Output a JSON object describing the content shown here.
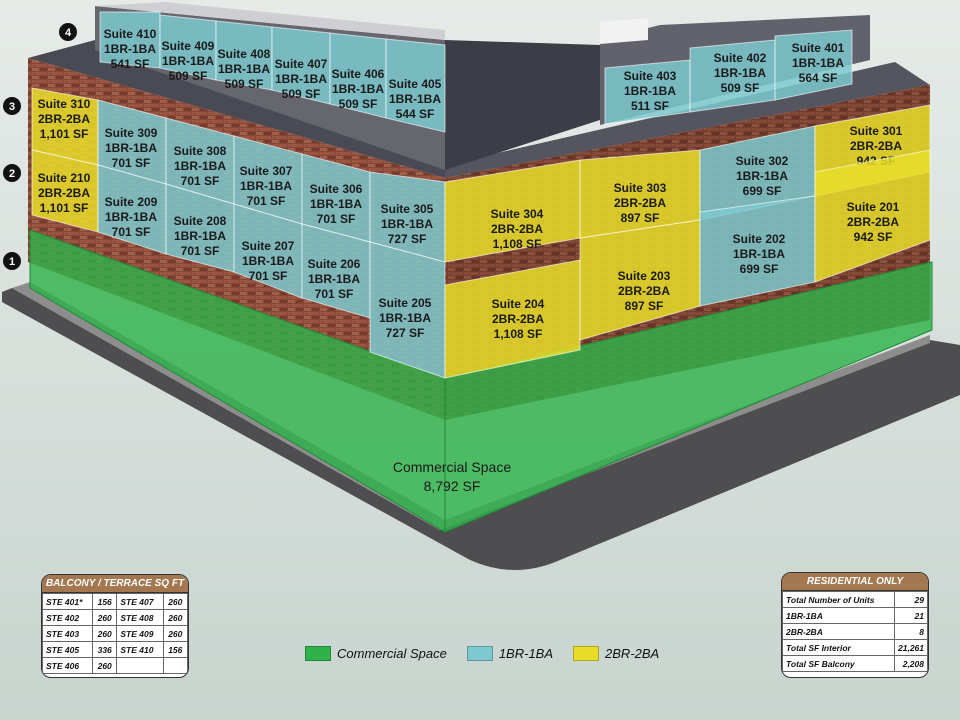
{
  "colors": {
    "commercial": "#2fb24a",
    "one_br": "#7cc9cf",
    "two_br": "#e8de2a"
  },
  "floors": [
    "1",
    "2",
    "3",
    "4"
  ],
  "commercial": {
    "title": "Commercial Space",
    "area": "8,792 SF"
  },
  "suites": [
    {
      "id": "410",
      "name": "Suite 410",
      "type": "1BR-1BA",
      "area": "541 SF",
      "kind": "one_br"
    },
    {
      "id": "409",
      "name": "Suite 409",
      "type": "1BR-1BA",
      "area": "509 SF",
      "kind": "one_br"
    },
    {
      "id": "408",
      "name": "Suite 408",
      "type": "1BR-1BA",
      "area": "509 SF",
      "kind": "one_br"
    },
    {
      "id": "407",
      "name": "Suite 407",
      "type": "1BR-1BA",
      "area": "509 SF",
      "kind": "one_br"
    },
    {
      "id": "406",
      "name": "Suite 406",
      "type": "1BR-1BA",
      "area": "509 SF",
      "kind": "one_br"
    },
    {
      "id": "405",
      "name": "Suite 405",
      "type": "1BR-1BA",
      "area": "544 SF",
      "kind": "one_br"
    },
    {
      "id": "403",
      "name": "Suite 403",
      "type": "1BR-1BA",
      "area": "511 SF",
      "kind": "one_br"
    },
    {
      "id": "402",
      "name": "Suite 402",
      "type": "1BR-1BA",
      "area": "509 SF",
      "kind": "one_br"
    },
    {
      "id": "401",
      "name": "Suite 401",
      "type": "1BR-1BA",
      "area": "564 SF",
      "kind": "one_br"
    },
    {
      "id": "310",
      "name": "Suite 310",
      "type": "2BR-2BA",
      "area": "1,101 SF",
      "kind": "two_br"
    },
    {
      "id": "309",
      "name": "Suite 309",
      "type": "1BR-1BA",
      "area": "701 SF",
      "kind": "one_br"
    },
    {
      "id": "308",
      "name": "Suite 308",
      "type": "1BR-1BA",
      "area": "701 SF",
      "kind": "one_br"
    },
    {
      "id": "307",
      "name": "Suite 307",
      "type": "1BR-1BA",
      "area": "701 SF",
      "kind": "one_br"
    },
    {
      "id": "306",
      "name": "Suite 306",
      "type": "1BR-1BA",
      "area": "701 SF",
      "kind": "one_br"
    },
    {
      "id": "305",
      "name": "Suite 305",
      "type": "1BR-1BA",
      "area": "727 SF",
      "kind": "one_br"
    },
    {
      "id": "304",
      "name": "Suite 304",
      "type": "2BR-2BA",
      "area": "1,108 SF",
      "kind": "two_br"
    },
    {
      "id": "303",
      "name": "Suite 303",
      "type": "2BR-2BA",
      "area": "897 SF",
      "kind": "two_br"
    },
    {
      "id": "302",
      "name": "Suite 302",
      "type": "1BR-1BA",
      "area": "699 SF",
      "kind": "one_br"
    },
    {
      "id": "301",
      "name": "Suite 301",
      "type": "2BR-2BA",
      "area": "942 SF",
      "kind": "two_br"
    },
    {
      "id": "210",
      "name": "Suite 210",
      "type": "2BR-2BA",
      "area": "1,101 SF",
      "kind": "two_br"
    },
    {
      "id": "209",
      "name": "Suite 209",
      "type": "1BR-1BA",
      "area": "701 SF",
      "kind": "one_br"
    },
    {
      "id": "208",
      "name": "Suite 208",
      "type": "1BR-1BA",
      "area": "701 SF",
      "kind": "one_br"
    },
    {
      "id": "207",
      "name": "Suite 207",
      "type": "1BR-1BA",
      "area": "701 SF",
      "kind": "one_br"
    },
    {
      "id": "206",
      "name": "Suite 206",
      "type": "1BR-1BA",
      "area": "701 SF",
      "kind": "one_br"
    },
    {
      "id": "205",
      "name": "Suite 205",
      "type": "1BR-1BA",
      "area": "727 SF",
      "kind": "one_br"
    },
    {
      "id": "204",
      "name": "Suite 204",
      "type": "2BR-2BA",
      "area": "1,108 SF",
      "kind": "two_br"
    },
    {
      "id": "203",
      "name": "Suite 203",
      "type": "2BR-2BA",
      "area": "897 SF",
      "kind": "two_br"
    },
    {
      "id": "202",
      "name": "Suite 202",
      "type": "1BR-1BA",
      "area": "699 SF",
      "kind": "one_br"
    },
    {
      "id": "201",
      "name": "Suite 201",
      "type": "2BR-2BA",
      "area": "942 SF",
      "kind": "two_br"
    }
  ],
  "balcony": {
    "title": "BALCONY / TERRACE SQ FT",
    "rows": [
      [
        "STE 401*",
        "156",
        "STE 407",
        "260"
      ],
      [
        "STE 402",
        "260",
        "STE 408",
        "260"
      ],
      [
        "STE 403",
        "260",
        "STE 409",
        "260"
      ],
      [
        "STE 405",
        "336",
        "STE 410",
        "156"
      ],
      [
        "STE 406",
        "260",
        "",
        ""
      ]
    ]
  },
  "residential": {
    "title": "RESIDENTIAL ONLY",
    "rows": [
      [
        "Total Number of Units",
        "29"
      ],
      [
        "1BR-1BA",
        "21"
      ],
      [
        "2BR-2BA",
        "8"
      ],
      [
        "Total SF Interior",
        "21,261"
      ],
      [
        "Total SF Balcony",
        "2,208"
      ]
    ]
  },
  "legend": [
    {
      "label": "Commercial Space",
      "kind": "commercial"
    },
    {
      "label": "1BR-1BA",
      "kind": "one_br"
    },
    {
      "label": "2BR-2BA",
      "kind": "two_br"
    }
  ]
}
